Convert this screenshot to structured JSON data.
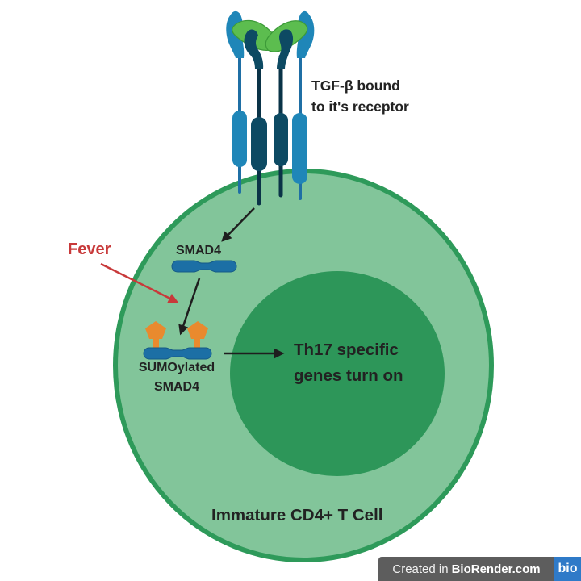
{
  "diagram": {
    "receptor_label_line1": "TGF-β bound",
    "receptor_label_line2": "to it's receptor",
    "fever_label": "Fever",
    "smad4_label": "SMAD4",
    "sumo_label_line1": "SUMOylated",
    "sumo_label_line2": "SMAD4",
    "genes_label_line1": "Th17 specific",
    "genes_label_line2": "genes turn on",
    "cell_label": "Immature CD4+ T Cell"
  },
  "badge": {
    "prefix": "Created in",
    "brand": "BioRender.com",
    "logo": "bio"
  },
  "colors": {
    "cytoplasm": "#82c59a",
    "membrane": "#2e9a5a",
    "nucleus": "#2d9659",
    "receptor_light": "#1f86b8",
    "receptor_dark": "#0d4a63",
    "ligand": "#5cbd4f",
    "smad": "#1c6fa5",
    "sumo": "#e98a2e",
    "fever_arrow": "#c8393a",
    "arrow": "#1e1e1e"
  }
}
